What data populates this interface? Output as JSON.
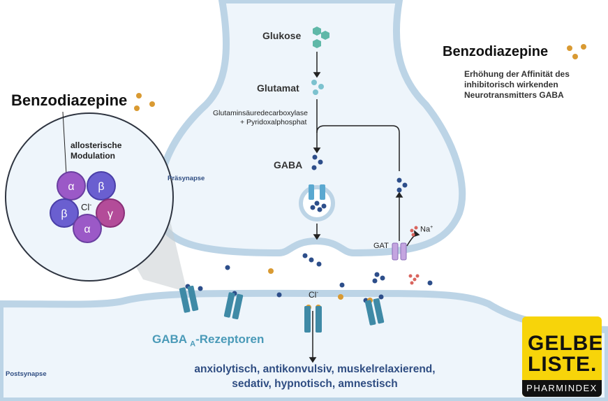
{
  "labels": {
    "glukose": "Glukose",
    "glutamat": "Glutamat",
    "enzyme_line1": "Glutaminsäuredecarboxylase",
    "enzyme_line2": "+ Pyridoxalphosphat",
    "gaba": "GABA",
    "praesynapse": "Präsynapse",
    "postsynapse": "Postsynapse",
    "gat": "GAT",
    "na": "Na",
    "na_sup": "+",
    "cl_post": "Cl",
    "cl_post_sup": "-",
    "receptor_main": "GABA ",
    "receptor_sub": "A",
    "receptor_rest": "-Rezeptoren",
    "effects_line1": "anxiolytisch, antikonvulsiv, muskelrelaxierend,",
    "effects_line2": "sedativ, hypnotisch, amnestisch"
  },
  "benzo_right": {
    "title": "Benzodiazepine",
    "desc_line1": "Erhöhung der Affinität des",
    "desc_line2": "inhibitorisch wirkenden",
    "desc_line3": "Neurotransmitters GABA"
  },
  "benzo_left": {
    "title": "Benzodiazepine",
    "note_line1": "allosterische",
    "note_line2": "Modulation"
  },
  "subunits": [
    {
      "label": "α",
      "color": "#9b59c7"
    },
    {
      "label": "β",
      "color": "#6a5fd0"
    },
    {
      "label": "β",
      "color": "#6a5fd0"
    },
    {
      "label": "γ",
      "color": "#b34c99"
    },
    {
      "label": "α",
      "color": "#9b59c7"
    }
  ],
  "cl_center": "Cl",
  "cl_center_sup": "-",
  "logo": {
    "line1": "GELBE",
    "line2": "LISTE.",
    "band": "PHARMINDEX"
  },
  "colors": {
    "membrane": "#bcd4e6",
    "cytoplasm": "#eef5fb",
    "gaba_dot": "#2d4e8a",
    "benzo_dot": "#d99a32",
    "glucose": "#5fb8a8",
    "channel": "#3f8aa6",
    "text_blue": "#2f4d82"
  }
}
